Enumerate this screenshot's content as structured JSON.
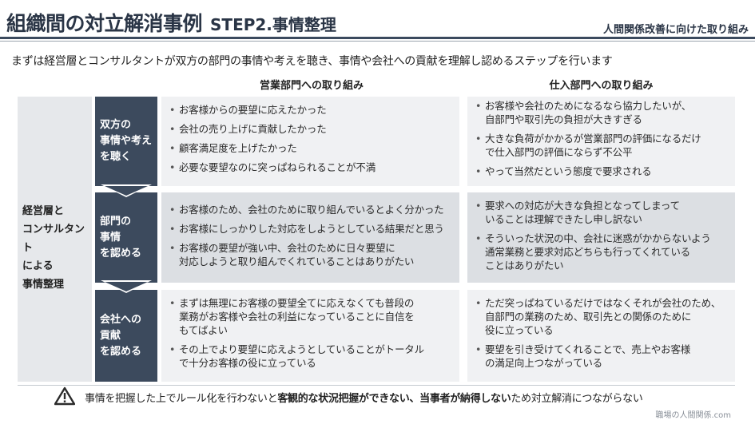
{
  "header": {
    "title": "組織間の対立解消事例",
    "step": "STEP2.事情整理",
    "right_label": "人間関係改善に向けた取り組み"
  },
  "lead": "まずは経営層とコンサルタントが双方の部門の事情や考えを聴き、事情や会社への貢献を理解し認めるステップを行います",
  "columns": {
    "sales": "営業部門への取り組み",
    "purchasing": "仕入部門への取り組み"
  },
  "left_panel": "経営層と\nコンサルタント\nによる\n事情整理",
  "rows": [
    {
      "step": "双方の\n事情や考え\nを聴く",
      "sales": [
        "お客様からの要望に応えたかった",
        "会社の売り上げに貢献したかった",
        "顧客満足度を上げたかった",
        "必要な要望なのに突っぱねられることが不満"
      ],
      "purchasing": [
        "お客様や会社のためになるなら協力したいが、\n自部門や取引先の負担が大きすぎる",
        "大きな負荷がかかるが営業部門の評価になるだけ\nで仕入部門の評価にならず不公平",
        "やって当然だという態度で要求される"
      ]
    },
    {
      "step": "部門の\n事情\nを認める",
      "sales": [
        "お客様のため、会社のために取り組んでいるとよく分かった",
        "お客様にしっかりした対応をしようとしている結果だと思う",
        "お客様の要望が強い中、会社のために日々要望に\n対応しようと取り組んでくれていることはありがたい"
      ],
      "purchasing": [
        "要求への対応が大きな負担となってしまって\nいることは理解できたし申し訳ない",
        "そういった状況の中、会社に迷惑がかからないよう\n通常業務と要求対応どちらも行ってくれている\nことはありがたい"
      ]
    },
    {
      "step": "会社への\n貢献\nを認める",
      "sales": [
        "まずは無理にお客様の要望全てに応えなくても普段の\n業務がお客様や会社の利益になっていることに自信を\nもてばよい",
        "その上でより要望に応えようとしていることがトータル\nで十分お客様の役に立っている"
      ],
      "purchasing": [
        "ただ突っぱねているだけではなくそれが会社のため、\n自部門の業務のため、取引先との関係のために\n役に立っている",
        "要望を引き受けてくれることで、売上やお客様\nの満足向上つながっている"
      ]
    }
  ],
  "footer": {
    "icon": "warning-icon",
    "part1": "事情を把握した上でルール化を行わないと",
    "bold1": "客観的な状況把握ができない、当事者が納得しない",
    "part2": "ため対立解消につながらない"
  },
  "site": "職場の人間関係.com",
  "colors": {
    "navy": "#3c4a5d",
    "cell_light": "#f0f1f3",
    "cell_dark": "#dcdfe3",
    "panel": "#e6e8eb"
  }
}
